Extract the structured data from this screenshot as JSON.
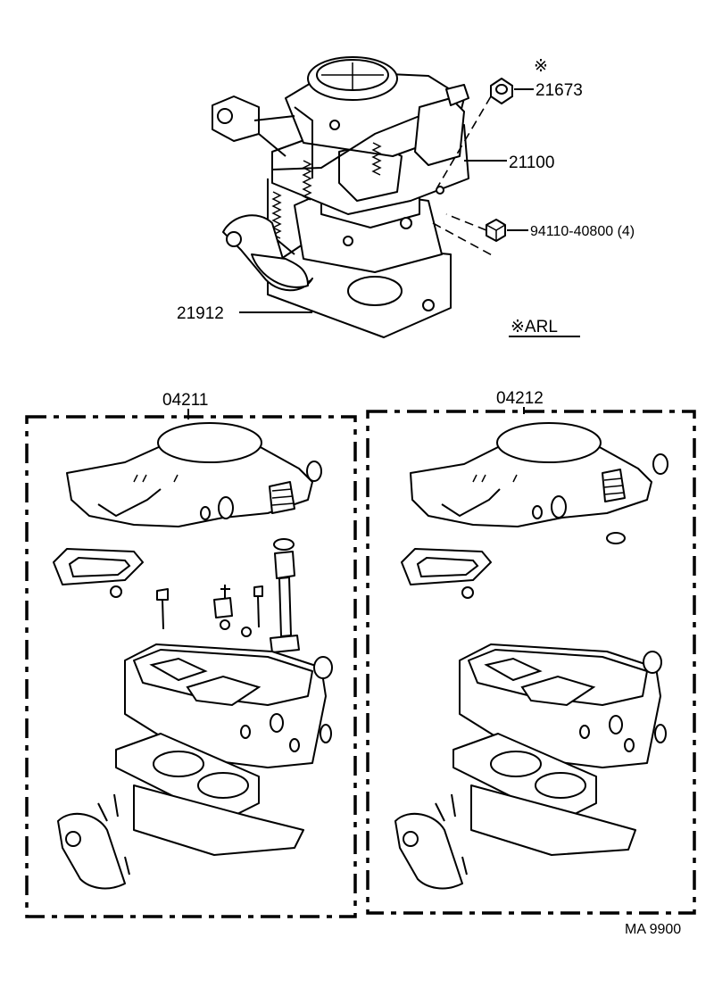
{
  "parts": {
    "p21673": "21673",
    "p21673_mark": "※",
    "p21100": "21100",
    "p94110": "94110-40800 (4)",
    "p21912": "21912",
    "arl": "※ARL",
    "kit_04211": "04211",
    "kit_04212": "04212",
    "code": "MA  9900"
  }
}
